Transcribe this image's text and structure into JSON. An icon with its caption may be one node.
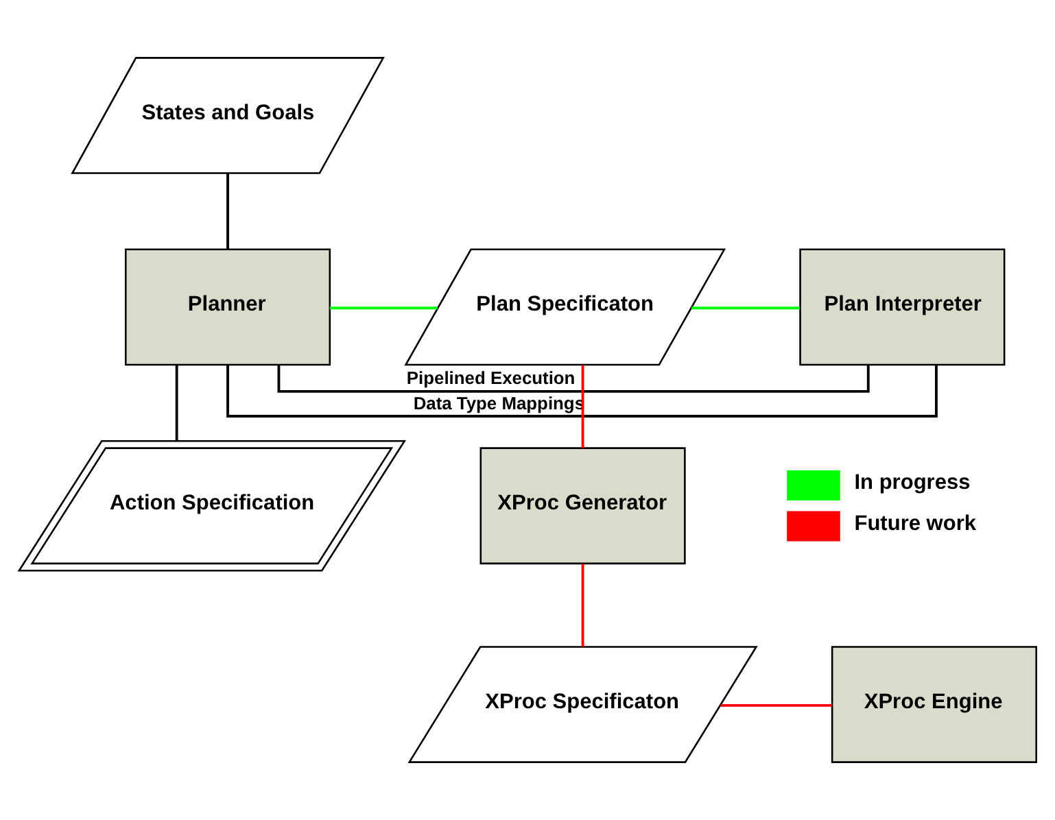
{
  "diagram": {
    "nodes": [
      {
        "text": [
          "States and Goals"
        ]
      },
      {
        "text": [
          "Planner"
        ]
      },
      {
        "text": [
          "Plan Specificaton"
        ]
      },
      {
        "text": [
          "Plan Interpreter"
        ]
      },
      {
        "text": [
          "Action Specification"
        ]
      },
      {
        "text": [
          "XProc Generator"
        ]
      },
      {
        "text": [
          "XProc Specificaton"
        ]
      },
      {
        "text": [
          "XProc Engine"
        ]
      }
    ],
    "edges": [
      {
        "from": 0,
        "to": 1,
        "arrow": "none"
      },
      {
        "from": 1,
        "to": 3,
        "arrow": "none",
        "label": "Pipelined Execution"
      },
      {
        "from": 1,
        "to": 3,
        "arrow": "none",
        "label": "Data Type Mappings"
      },
      {
        "from": 1,
        "to": 2,
        "arrow": "none",
        "color": "#00ff00"
      },
      {
        "from": 2,
        "to": 3,
        "arrow": "none",
        "color": "#00ff00"
      },
      {
        "from": 1,
        "to": 4,
        "arrow": "none"
      },
      {
        "from": 2,
        "to": 5,
        "arrow": "none",
        "color": "#ff0000"
      },
      {
        "from": 5,
        "to": 6,
        "arrow": "none",
        "color": "#ff0000"
      },
      {
        "from": 6,
        "to": 7,
        "arrow": "none",
        "color": "#ff0000"
      }
    ],
    "legend": [
      {
        "text": "In progress",
        "color": "#00ff00"
      },
      {
        "text": "Future work",
        "color": "#ff0000"
      }
    ]
  }
}
